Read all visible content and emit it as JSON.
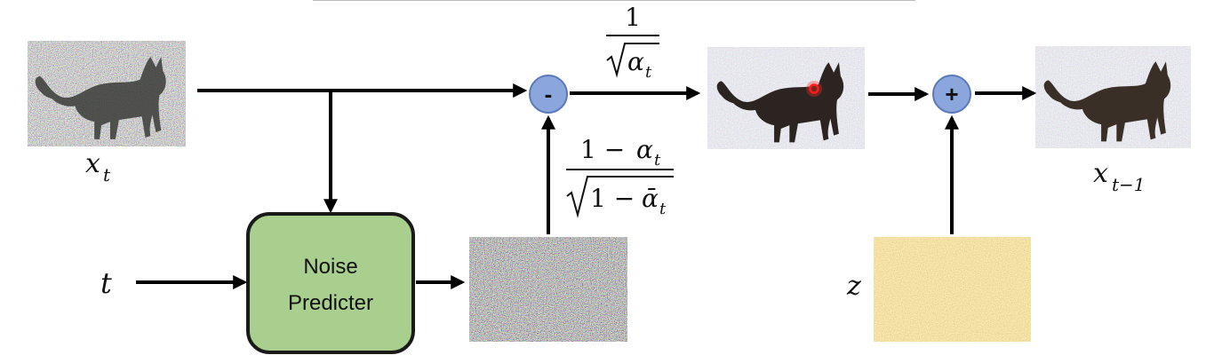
{
  "labels": {
    "x_t": "x",
    "x_t_sub": "t",
    "t": "t",
    "x_prev": "x",
    "x_prev_sub": "t−1",
    "z": "z"
  },
  "noise_predicter": {
    "line1": "Noise",
    "line2": "Predicter"
  },
  "operators": {
    "minus": "-",
    "plus": "+"
  },
  "coef_top": {
    "numerator": "1",
    "den_symbol": "α",
    "den_sub": "t"
  },
  "coef_mid": {
    "num_one": "1 −",
    "num_symbol": "α",
    "num_sub": "t",
    "den_one": "1 −",
    "den_symbol": "ᾱ",
    "den_sub": "t"
  },
  "colors": {
    "box_fill": "#a9cf8f",
    "box_stroke": "#1a1a1a",
    "operator_fill": "#8aa6dc",
    "operator_stroke": "#5b79b8",
    "arrow": "#000000",
    "z_noise": "#e4c36e"
  },
  "icons": {
    "noisy_cat_xt": "noisy-cat-image",
    "predicted_noise": "rgb-noise-image",
    "denoised_cat": "denoised-cat-image",
    "z_noise": "gaussian-noise-image",
    "result_cat": "result-cat-image",
    "red_target": "red-circle-marker"
  }
}
